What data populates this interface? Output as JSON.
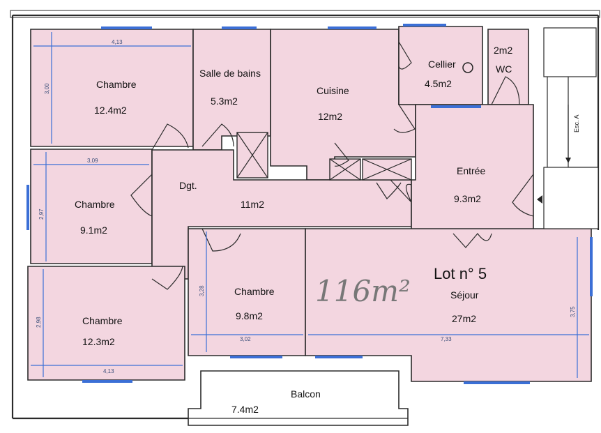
{
  "rooms": {
    "chambre1": {
      "name": "Chambre",
      "area": "12.4m2",
      "dim_w": "4,13",
      "dim_h": "3,00"
    },
    "salle_de_bains": {
      "name": "Salle de bains",
      "area": "5.3m2"
    },
    "cuisine": {
      "name": "Cuisine",
      "area": "12m2"
    },
    "cellier": {
      "name": "Cellier",
      "area": "4.5m2"
    },
    "wc": {
      "name": "WC",
      "area": "2m2"
    },
    "chambre2": {
      "name": "Chambre",
      "area": "9.1m2",
      "dim_w": "3,09",
      "dim_h": "2,97"
    },
    "dgt": {
      "name": "Dgt.",
      "area": "11m2"
    },
    "entree": {
      "name": "Entrée",
      "area": "9.3m2"
    },
    "chambre3": {
      "name": "Chambre",
      "area": "12.3m2",
      "dim_w": "4,13",
      "dim_h": "2,98"
    },
    "chambre4": {
      "name": "Chambre",
      "area": "9.8m2",
      "dim_w": "3,02",
      "dim_h": "3,28"
    },
    "sejour": {
      "name": "Séjour",
      "area": "27m2",
      "dim_w": "7,33",
      "dim_h": "3,75"
    },
    "balcon": {
      "name": "Balcon",
      "area": "7.4m2"
    }
  },
  "lot": "Lot n° 5",
  "handwritten_area": "116m²",
  "escalier": "Esc. A"
}
